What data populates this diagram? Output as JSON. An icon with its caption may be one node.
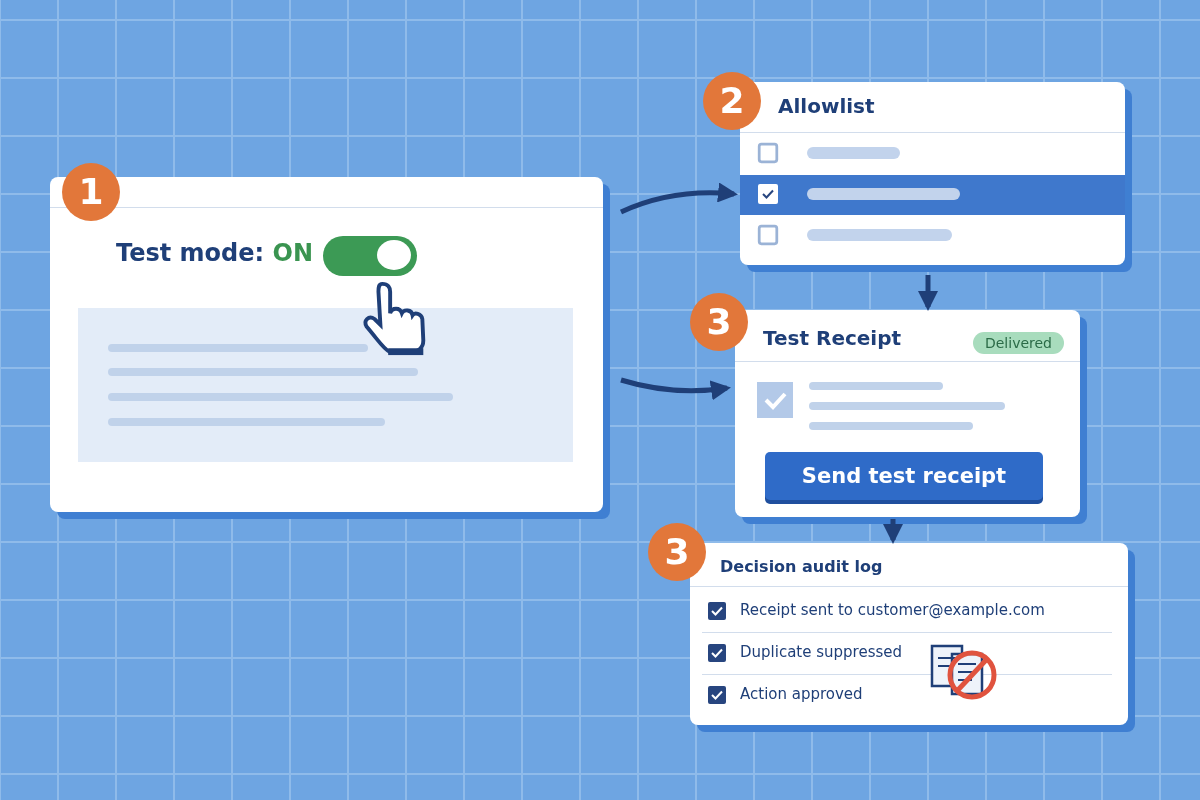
{
  "diagram": {
    "nodes": [
      {
        "text": [
          "1",
          "Test mode: ON"
        ]
      },
      {
        "text": [
          "Allowlist"
        ],
        "beside": [
          "2"
        ]
      },
      {
        "text": [
          "Test Receipt",
          "Delivered",
          "Send test receipt"
        ],
        "beside": [
          "3"
        ]
      },
      {
        "text": [
          "Decision audit log",
          "Receipt sent to customer@example.com",
          "Duplicate suppressed",
          "Action approved"
        ],
        "beside": [
          "3"
        ]
      }
    ],
    "edges": [
      {
        "from": 0,
        "to": 1,
        "arrow": "to"
      },
      {
        "from": 0,
        "to": 2,
        "arrow": "to"
      },
      {
        "from": 1,
        "to": 2,
        "arrow": "to"
      },
      {
        "from": 2,
        "to": 3,
        "arrow": "to"
      }
    ]
  }
}
